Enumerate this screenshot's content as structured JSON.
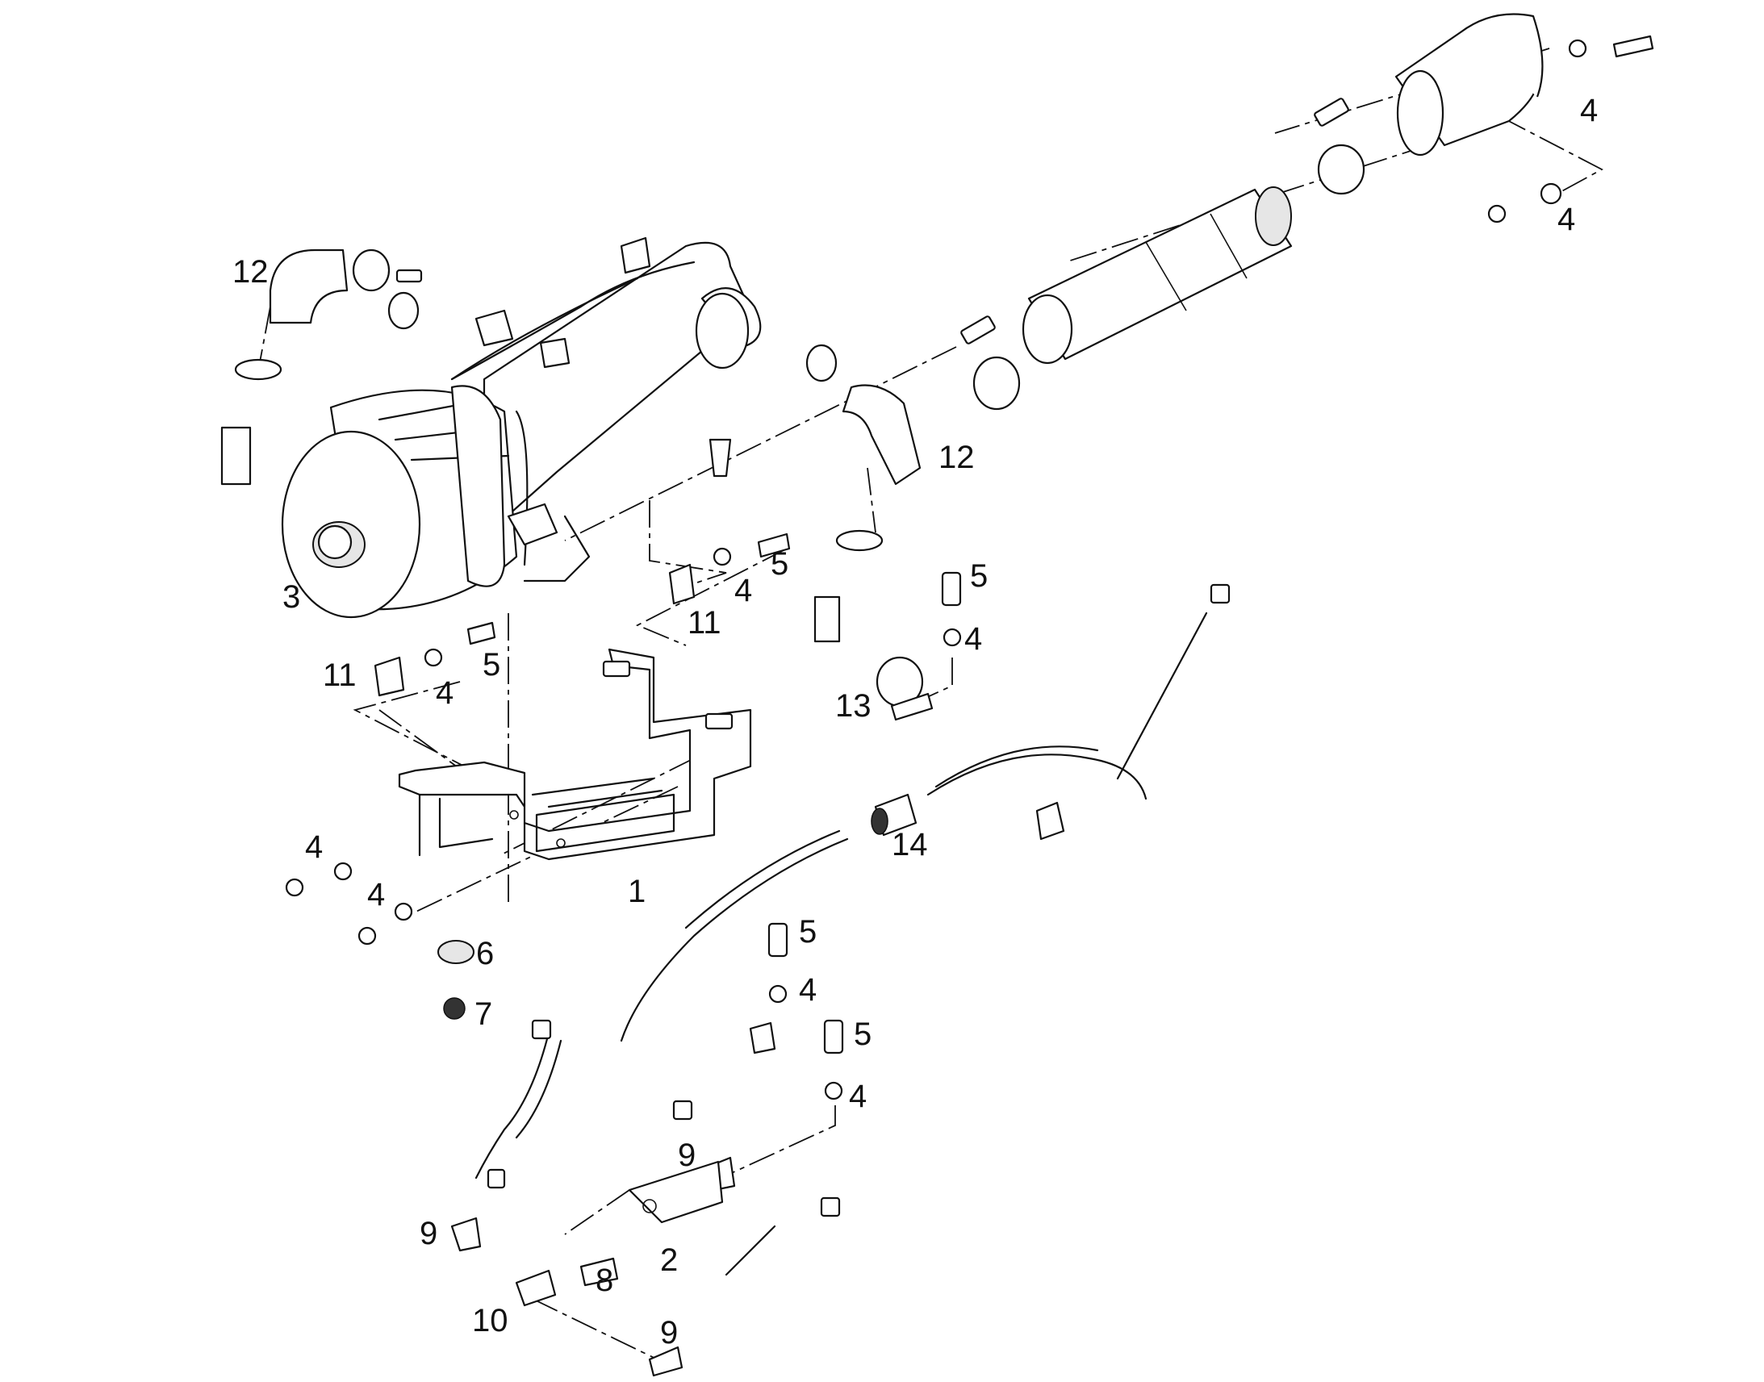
{
  "labels": {
    "l1": "1",
    "l2": "2",
    "l3": "3",
    "l4a": "4",
    "l4b": "4",
    "l4c": "4",
    "l4d": "4",
    "l4e": "4",
    "l4f": "4",
    "l4g": "4",
    "l4h": "4",
    "l4i": "4",
    "l5a": "5",
    "l5b": "5",
    "l5c": "5",
    "l5d": "5",
    "l5e": "5",
    "l6": "6",
    "l7": "7",
    "l8": "8",
    "l9a": "9",
    "l9b": "9",
    "l9c": "9",
    "l10": "10",
    "l11a": "11",
    "l11b": "11",
    "l12a": "12",
    "l12b": "12",
    "l13": "13",
    "l14": "14"
  }
}
